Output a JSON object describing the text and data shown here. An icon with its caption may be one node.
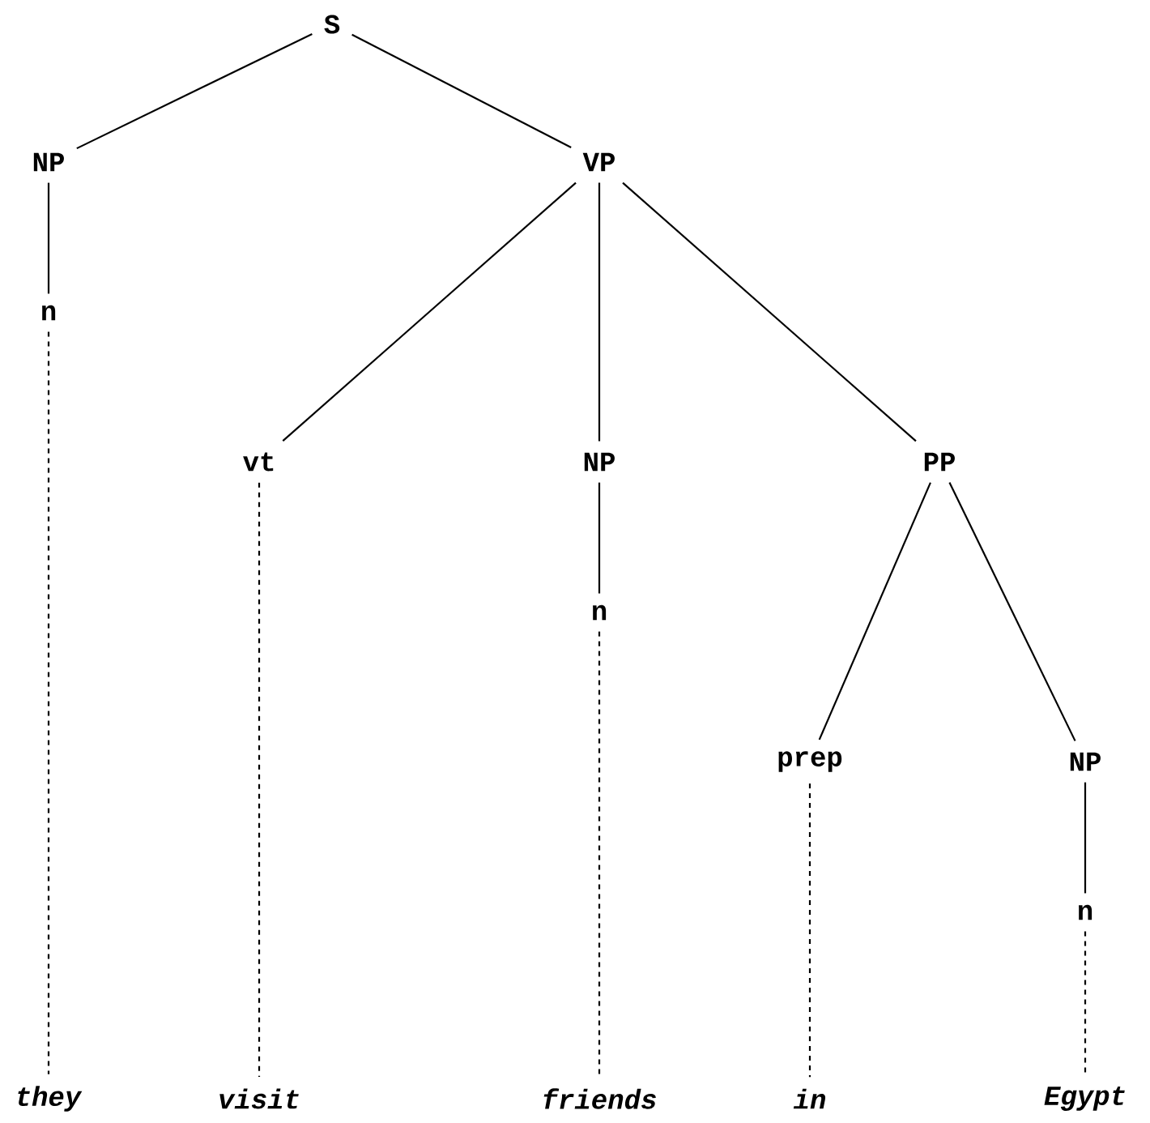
{
  "diagram": {
    "nodes": [
      {
        "text": [
          "S"
        ]
      },
      {
        "text": [
          "NP"
        ]
      },
      {
        "text": [
          "VP"
        ]
      },
      {
        "text": [
          "n"
        ]
      },
      {
        "text": [
          "vt"
        ]
      },
      {
        "text": [
          "NP"
        ]
      },
      {
        "text": [
          "PP"
        ]
      },
      {
        "text": [
          "n"
        ]
      },
      {
        "text": [
          "prep"
        ]
      },
      {
        "text": [
          "NP"
        ]
      },
      {
        "text": [
          "n"
        ]
      },
      {
        "text": [
          "*they*"
        ]
      },
      {
        "text": [
          "*visit*"
        ]
      },
      {
        "text": [
          "*friends*"
        ]
      },
      {
        "text": [
          "*in*"
        ]
      },
      {
        "text": [
          "*Egypt*"
        ]
      }
    ],
    "edges": [
      {
        "from": 0,
        "to": 1,
        "arrow": "none"
      },
      {
        "from": 0,
        "to": 2,
        "arrow": "none"
      },
      {
        "from": 1,
        "to": 3,
        "arrow": "none"
      },
      {
        "from": 2,
        "to": 4,
        "arrow": "none"
      },
      {
        "from": 2,
        "to": 5,
        "arrow": "none"
      },
      {
        "from": 2,
        "to": 6,
        "arrow": "none"
      },
      {
        "from": 5,
        "to": 7,
        "arrow": "none"
      },
      {
        "from": 6,
        "to": 8,
        "arrow": "none"
      },
      {
        "from": 6,
        "to": 9,
        "arrow": "none"
      },
      {
        "from": 9,
        "to": 10,
        "arrow": "none"
      },
      {
        "from": 3,
        "to": 11,
        "arrow": "none",
        "style": "dashed"
      },
      {
        "from": 4,
        "to": 12,
        "arrow": "none",
        "style": "dashed"
      },
      {
        "from": 7,
        "to": 13,
        "arrow": "none",
        "style": "dashed"
      },
      {
        "from": 8,
        "to": 14,
        "arrow": "none",
        "style": "dashed"
      },
      {
        "from": 10,
        "to": 15,
        "arrow": "none",
        "style": "dashed"
      }
    ]
  }
}
